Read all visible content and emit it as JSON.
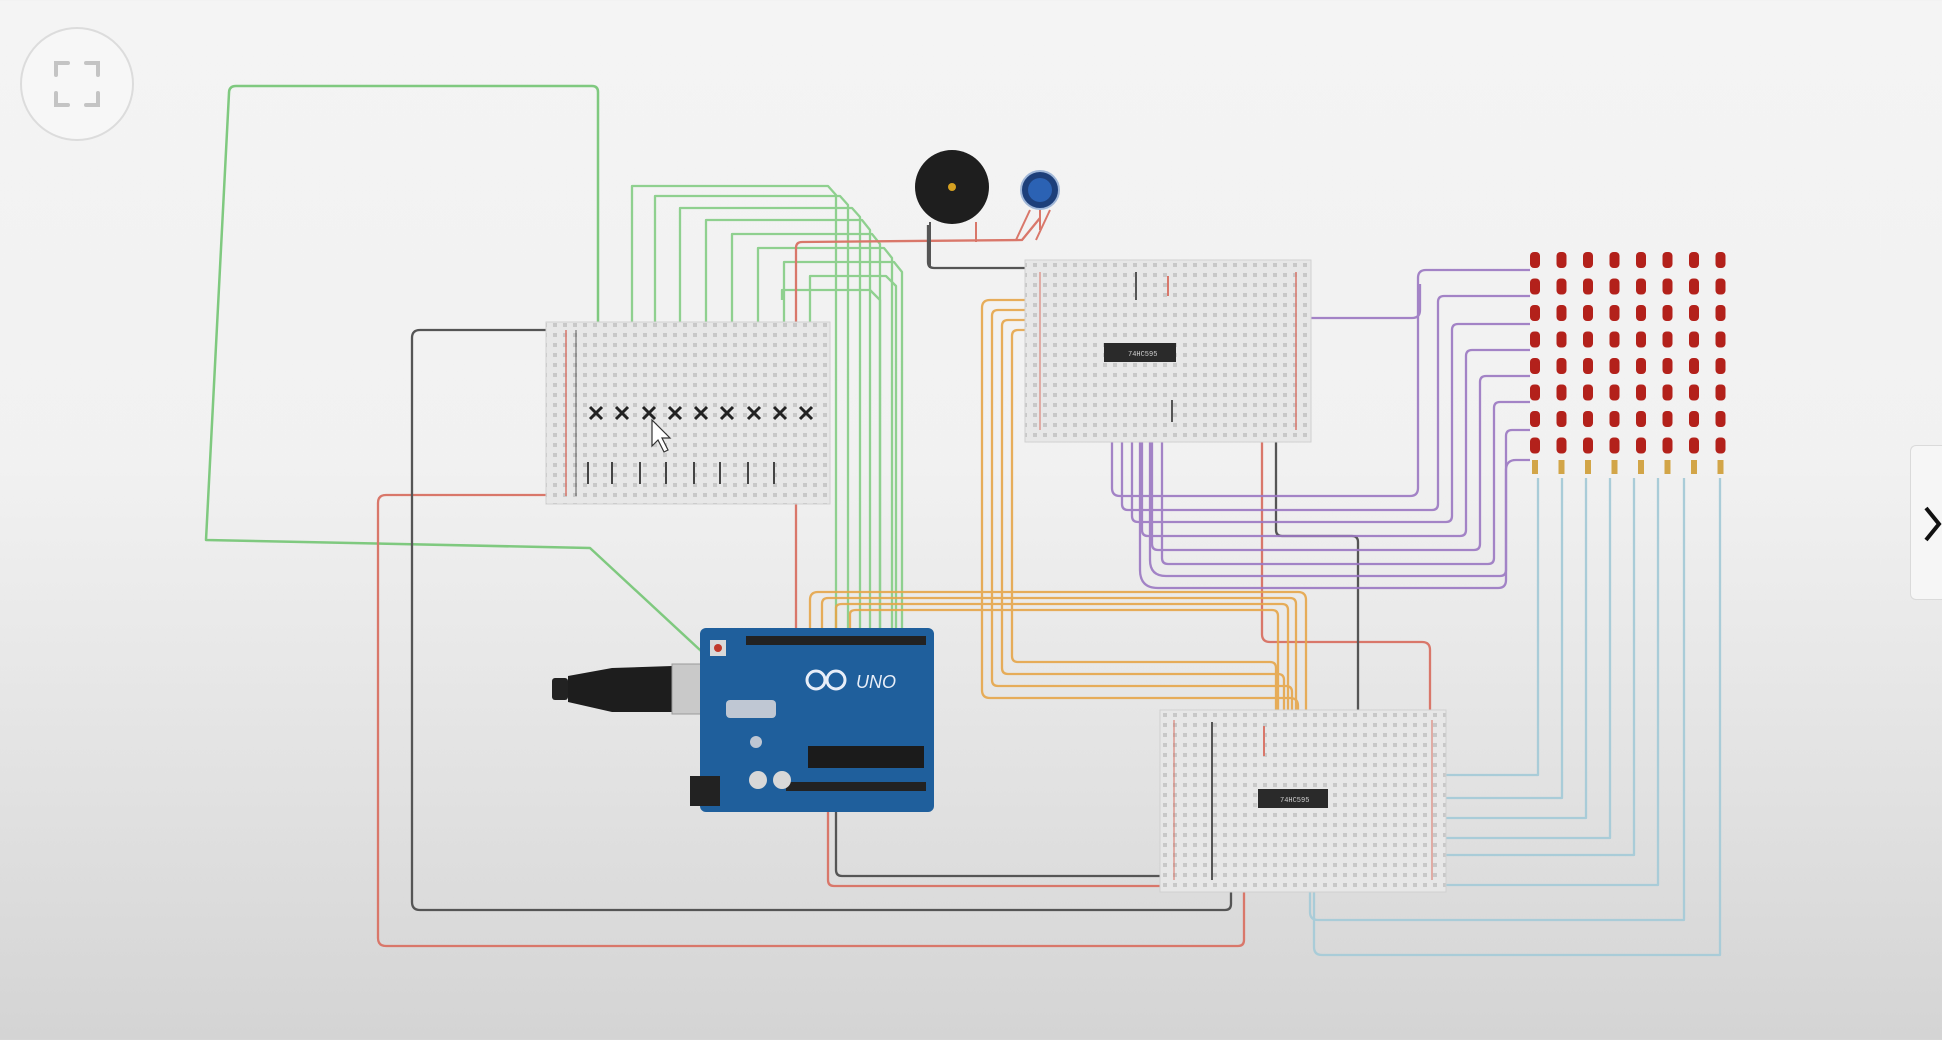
{
  "toolbar": {
    "fullscreen_button": "fullscreen-icon",
    "side_panel_toggle": "chevron-right-icon"
  },
  "circuit": {
    "arduino_board_label": "UNO",
    "shift_register_label_top": "74HC595",
    "shift_register_label_bottom": "74HC595",
    "pushbutton_count": 9,
    "led_matrix_columns": 8,
    "led_matrix_rows": 8
  },
  "colors": {
    "wire_green": "#7fc97f",
    "wire_red": "#d9776a",
    "wire_black": "#555555",
    "wire_orange": "#e6a64a",
    "wire_purple": "#9b78c2",
    "wire_lightblue": "#a9ccd8",
    "arduino_blue": "#1f5f9c",
    "breadboard": "#e6e6e6",
    "led_red": "#b3211b"
  }
}
